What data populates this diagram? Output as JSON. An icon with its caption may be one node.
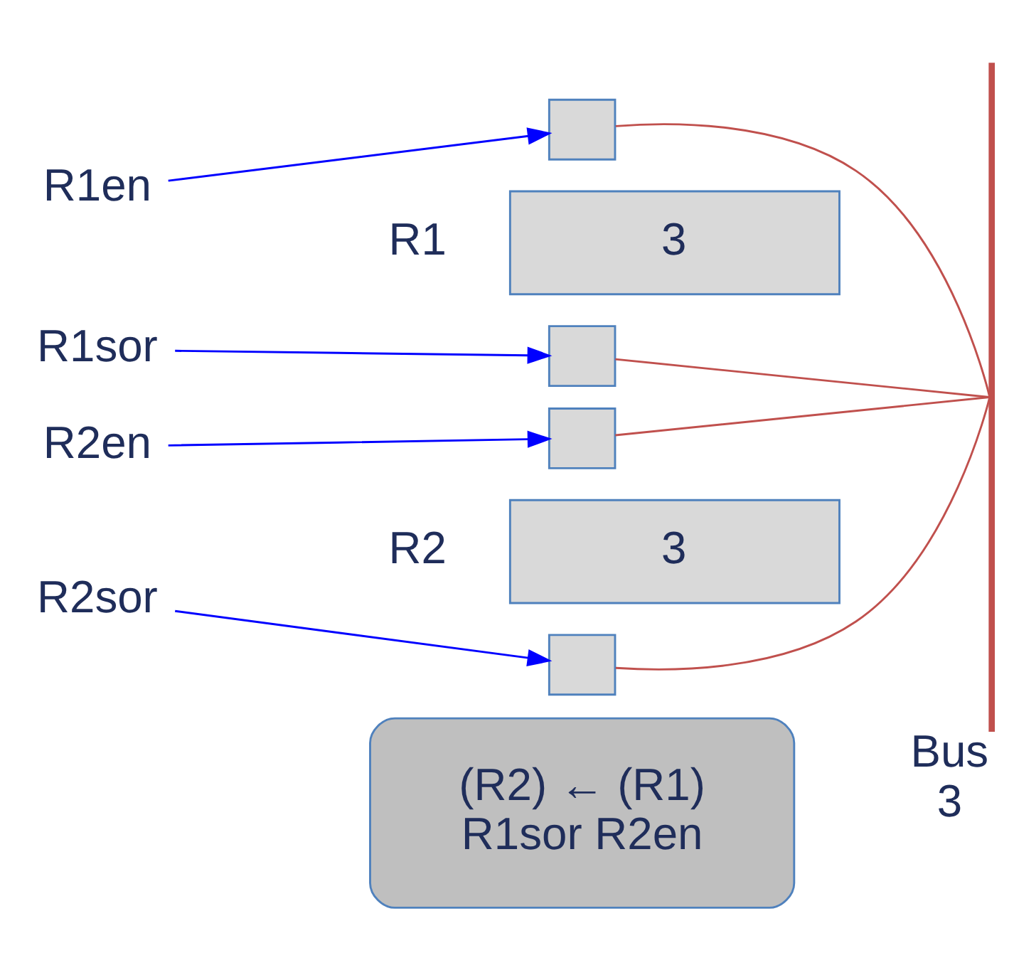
{
  "diagram": {
    "nodes": [
      {
        "text": [
          "R1en"
        ]
      },
      {
        "text": [],
        "shape": "box"
      },
      {
        "text": [
          "3"
        ],
        "beside": [
          "R1"
        ]
      },
      {
        "text": [],
        "shape": "box"
      },
      {
        "text": [
          "R1sor"
        ]
      },
      {
        "text": [
          "R2en"
        ]
      },
      {
        "text": [],
        "shape": "box"
      },
      {
        "text": [
          "3"
        ],
        "beside": [
          "R2"
        ]
      },
      {
        "text": [],
        "shape": "box"
      },
      {
        "text": [
          "R2sor"
        ]
      },
      {
        "text": [],
        "shape": "bar",
        "beside": [
          "Bus",
          "3"
        ]
      },
      {
        "text": [
          "(R2) ← (R1)",
          "R1sor R2en"
        ]
      }
    ],
    "edges": [
      {
        "from": 0,
        "to": 1,
        "arrow": "to",
        "color": "#0000ff"
      },
      {
        "from": 4,
        "to": 3,
        "arrow": "to",
        "color": "#0000ff"
      },
      {
        "from": 5,
        "to": 6,
        "arrow": "to",
        "color": "#0000ff"
      },
      {
        "from": 9,
        "to": 8,
        "arrow": "to",
        "color": "#0000ff"
      },
      {
        "from": 1,
        "to": 10,
        "arrow": "none",
        "color": "#c0504d"
      },
      {
        "from": 3,
        "to": 10,
        "arrow": "none",
        "color": "#c0504d"
      },
      {
        "from": 6,
        "to": 10,
        "arrow": "none",
        "color": "#c0504d"
      },
      {
        "from": 8,
        "to": 10,
        "arrow": "none",
        "color": "#c0504d"
      }
    ]
  }
}
